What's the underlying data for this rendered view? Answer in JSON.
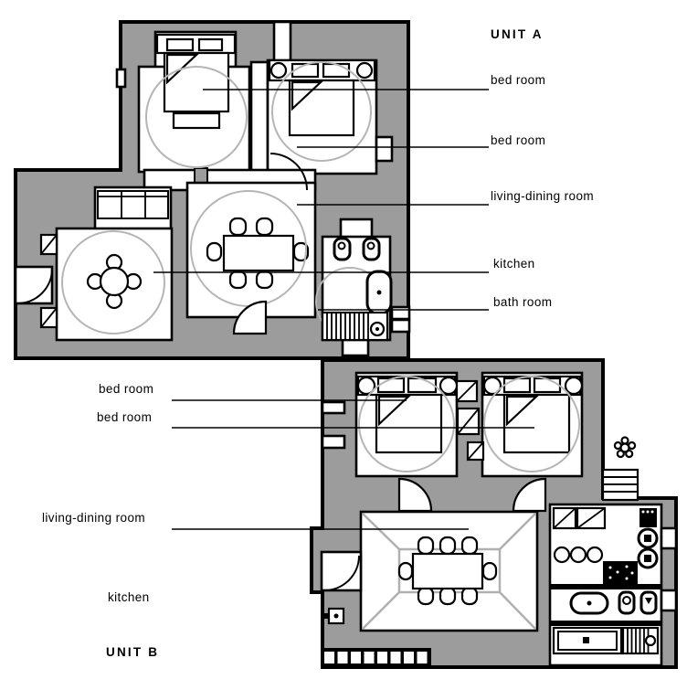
{
  "drawing": {
    "type": "architectural floor plan",
    "units": [
      "UNIT A",
      "UNIT B"
    ]
  },
  "palette": {
    "wall_gray": "#9c9c9c",
    "room_white": "#ffffff",
    "outline_black": "#000000",
    "extent_circle_gray": "#b5b5b5",
    "ceiling_line_gray": "#b0b0b0"
  },
  "unit_a": {
    "title": "UNIT A",
    "labels": {
      "bedroom1": "bed room",
      "bedroom2": "bed room",
      "living": "living-dining room",
      "kitchen": "kitchen",
      "bath": "bath room"
    }
  },
  "unit_b": {
    "title": "UNIT B",
    "labels": {
      "bedroom1": "bed room",
      "bedroom2": "bed room",
      "living": "living-dining room",
      "kitchen": "kitchen"
    }
  }
}
